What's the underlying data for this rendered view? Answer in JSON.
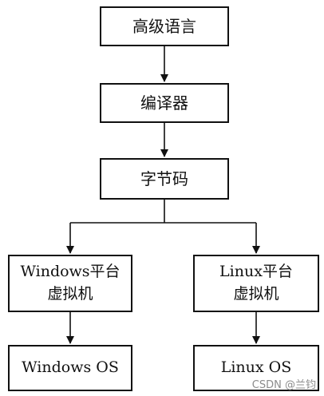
{
  "nodes": {
    "high_level_language": "高级语言",
    "compiler": "编译器",
    "bytecode": "字节码",
    "windows_vm_line1": "Windows平台",
    "windows_vm_line2": "虚拟机",
    "linux_vm_line1": "Linux平台",
    "linux_vm_line2": "虚拟机",
    "windows_os": "Windows OS",
    "linux_os": "Linux OS"
  },
  "edges": [
    {
      "from": "high_level_language",
      "to": "compiler"
    },
    {
      "from": "compiler",
      "to": "bytecode"
    },
    {
      "from": "bytecode",
      "to": "windows_vm"
    },
    {
      "from": "bytecode",
      "to": "linux_vm"
    },
    {
      "from": "windows_vm",
      "to": "windows_os"
    },
    {
      "from": "linux_vm",
      "to": "linux_os"
    }
  ],
  "watermark": "CSDN @兰钧"
}
